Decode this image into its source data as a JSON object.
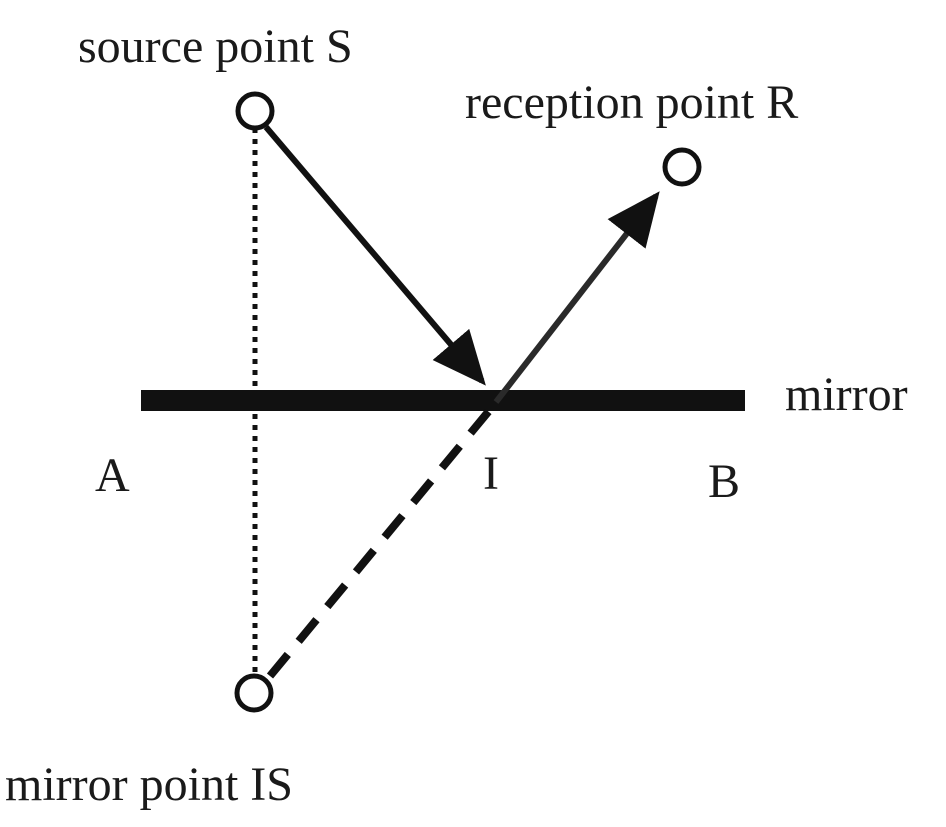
{
  "labels": {
    "source": "source point S",
    "reception": "reception point R",
    "mirror_image": "mirror point IS",
    "mirror": "mirror",
    "end_a": "A",
    "end_b": "B",
    "incidence": "I"
  },
  "colors": {
    "ink": "#111111",
    "background": "#ffffff"
  }
}
